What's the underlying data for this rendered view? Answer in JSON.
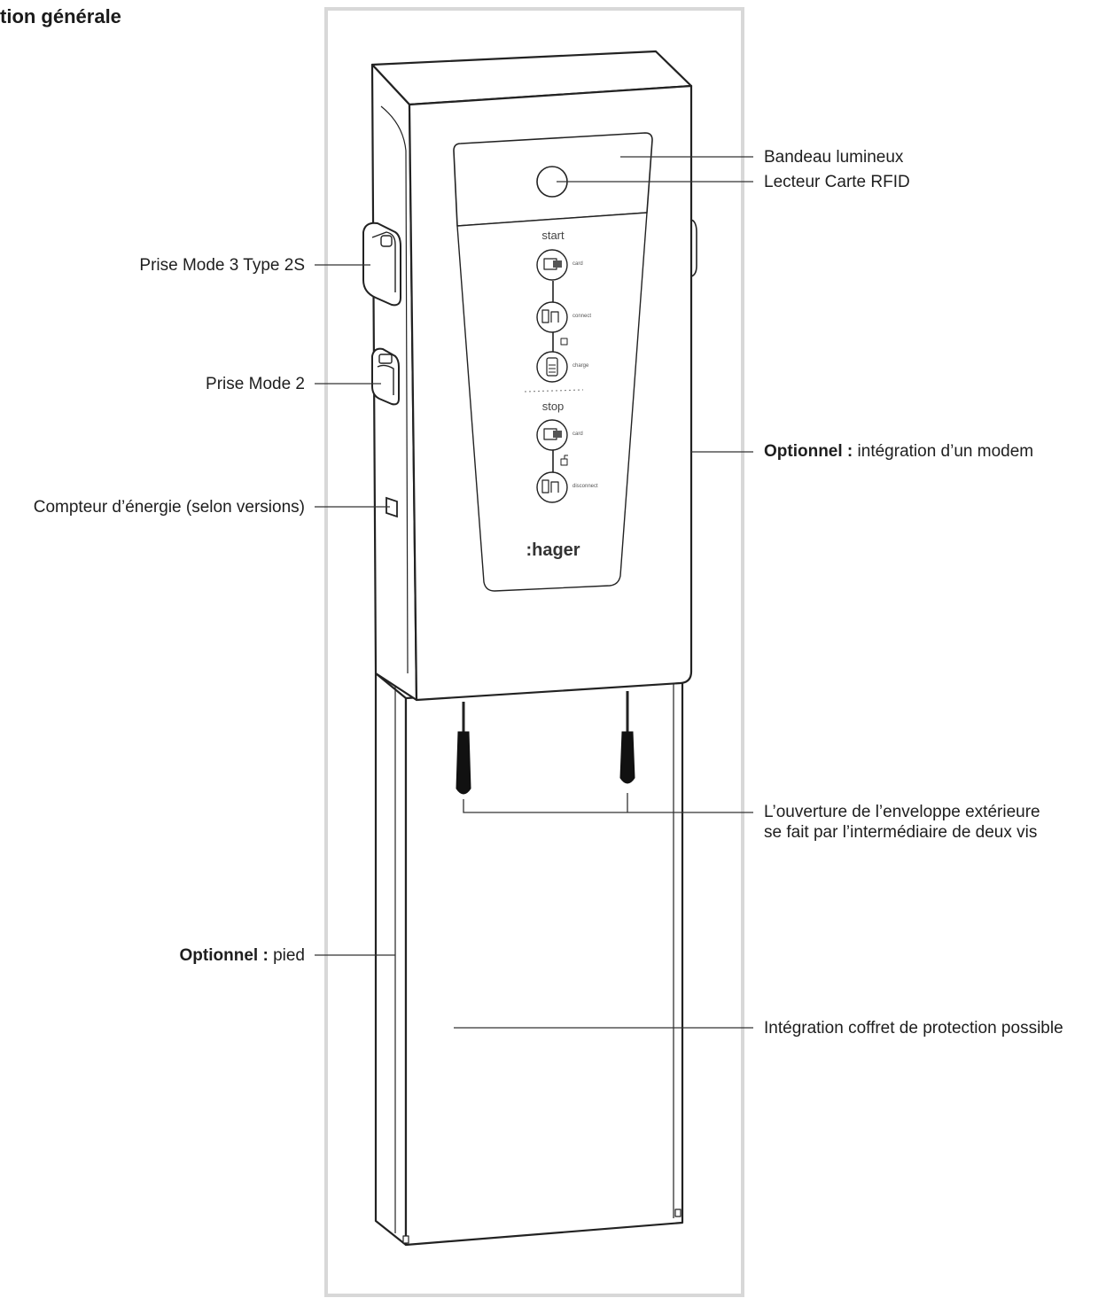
{
  "title": "tion générale",
  "brand": ":hager",
  "panel": {
    "start_label": "start",
    "stop_label": "stop",
    "step_card": "card",
    "step_connect": "connect",
    "step_charge": "charge",
    "step_card_stop": "card",
    "step_disconnect": "disconnect"
  },
  "labels": {
    "bandeau": "Bandeau lumineux",
    "rfid": "Lecteur Carte RFID",
    "prise_type2s": "Prise Mode 3 Type 2S",
    "prise_mode2": "Prise Mode 2",
    "compteur": "Compteur d’énergie (selon versions)",
    "modem_bold": "Optionnel :",
    "modem_text": " intégration d’un modem",
    "vis_line1": "L’ouverture de l’enveloppe extérieure",
    "vis_line2": "se fait par l’intermédiaire de deux vis",
    "pied_bold": "Optionnel :",
    "pied_text": " pied",
    "coffret": "Intégration coffret de protection possible"
  }
}
